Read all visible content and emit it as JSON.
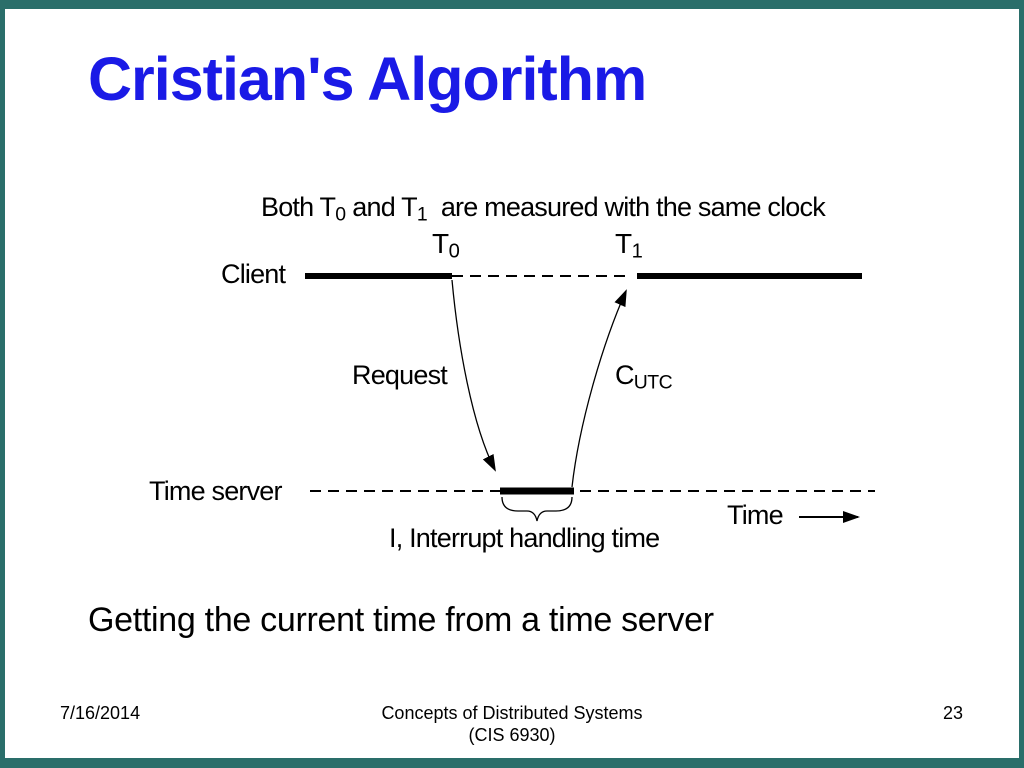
{
  "colors": {
    "title-blue": "#1a1ae6",
    "frame-teal": "#2a6e6a",
    "ink": "#000000"
  },
  "title": "Cristian's Algorithm",
  "diagram": {
    "note": {
      "pre": "Both T",
      "sub0": "0",
      "mid": " and T",
      "sub1": "1",
      "post": " are measured with the same clock"
    },
    "t0": {
      "base": "T",
      "sub": "0"
    },
    "t1": {
      "base": "T",
      "sub": "1"
    },
    "client_label": "Client",
    "request_label": "Request",
    "cutc": {
      "base": "C",
      "sub": "UTC"
    },
    "time_server_label": "Time server",
    "interrupt_label": "I, Interrupt handling time",
    "time_axis_label": "Time"
  },
  "subtitle": "Getting the current time from a time server",
  "footer": {
    "date": "7/16/2014",
    "course_line1": "Concepts of Distributed Systems",
    "course_line2": "(CIS 6930)",
    "page_number": "23"
  }
}
